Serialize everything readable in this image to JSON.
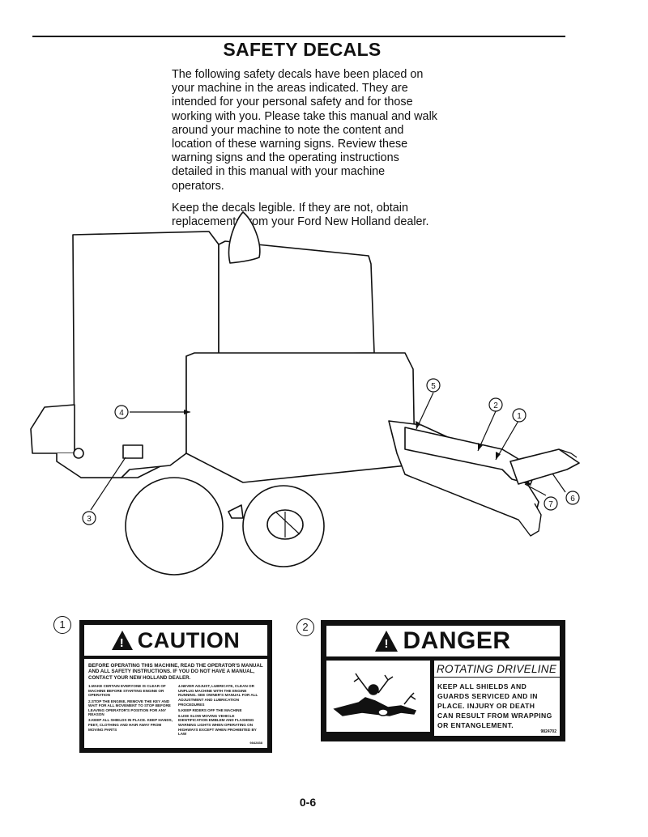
{
  "page": {
    "title": "SAFETY DECALS",
    "intro_paragraphs": [
      "The following safety decals have been placed on your machine in the areas indicated. They are intended for your personal safety and for those working with you. Please take this manual and walk around your machine to note the content and location of these warning signs. Review these warning signs and the operating instructions detailed in this manual with your machine operators.",
      "Keep the decals legible. If they are not, obtain replacements from your Ford New Holland dealer."
    ],
    "page_number": "0-6"
  },
  "diagram": {
    "callouts": [
      "1",
      "2",
      "3",
      "4",
      "5",
      "6",
      "7"
    ]
  },
  "decals": {
    "caution": {
      "number": "1",
      "label": "CAUTION",
      "lead": "BEFORE OPERATING THIS MACHINE, READ THE OPERATOR'S MANUAL AND ALL SAFETY INSTRUCTIONS. IF YOU DO NOT HAVE A MANUAL, CONTACT YOUR NEW HOLLAND DEALER.",
      "items_left": [
        "1.MAKE CERTAIN EVERYONE IS CLEAR OF MACHINE BEFORE STARTING ENGINE OR OPERATION",
        "2.STOP THE ENGINE, REMOVE THE KEY AND WAIT FOR ALL MOVEMENT TO STOP BEFORE LEAVING OPERATOR'S POSITION FOR ANY REASON",
        "3.KEEP ALL SHIELDS IN PLACE. KEEP HANDS, FEET, CLOTHING AND HAIR AWAY FROM MOVING PARTS"
      ],
      "items_right": [
        "4.NEVER ADJUST, LUBRICATE, CLEAN OR UNPLUG MACHINE WITH THE ENGINE RUNNING. SEE OWNER'S MANUAL FOR ALL ADJUSTMENT AND LUBRICATION PROCEDURES",
        "5.KEEP RIDERS OFF THE MACHINE",
        "6.USE SLOW MOVING VEHICLE IDENTIFICATION EMBLEM AND FLASHING WARNING LIGHTS WHEN OPERATING ON HIGHWAYS EXCEPT WHEN PROHIBITED BY LAW"
      ],
      "code": "9842838"
    },
    "danger": {
      "number": "2",
      "label": "DANGER",
      "heading": "ROTATING DRIVELINE",
      "message_lines": [
        "KEEP ALL SHIELDS AND",
        "GUARDS SERVICED AND IN",
        "PLACE. INJURY OR DEATH",
        "CAN RESULT FROM WRAPPING",
        "OR ENTANGLEMENT."
      ],
      "code": "9824702"
    }
  }
}
